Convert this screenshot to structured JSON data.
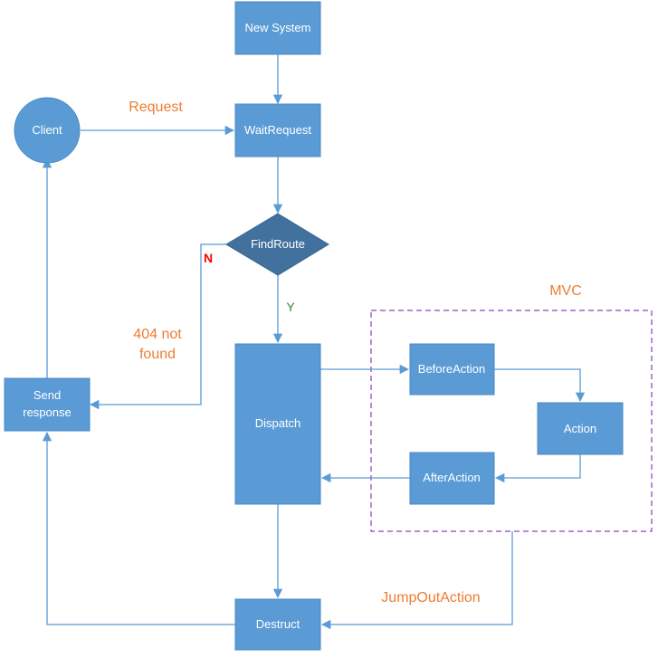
{
  "nodes": {
    "new_system": "New System",
    "wait_request": "WaitRequest",
    "client": "Client",
    "find_route": "FindRoute",
    "dispatch": "Dispatch",
    "send_response_line1": "Send",
    "send_response_line2": "response",
    "before_action": "BeforeAction",
    "action": "Action",
    "after_action": "AfterAction",
    "destruct": "Destruct"
  },
  "labels": {
    "request": "Request",
    "not_found_line1": "404 not",
    "not_found_line2": "found",
    "no": "N",
    "yes": "Y",
    "mvc": "MVC",
    "jump_out_action": "JumpOutAction"
  },
  "colors": {
    "box_fill": "#5b9bd5",
    "box_stroke": "#4a8ac4",
    "diamond_fill": "#41719c",
    "edge": "#5b9bd5",
    "label_orange": "#ed7d31",
    "label_red": "#ff0000",
    "label_green": "#2e8b2e",
    "mvc_border": "#9966cc"
  }
}
